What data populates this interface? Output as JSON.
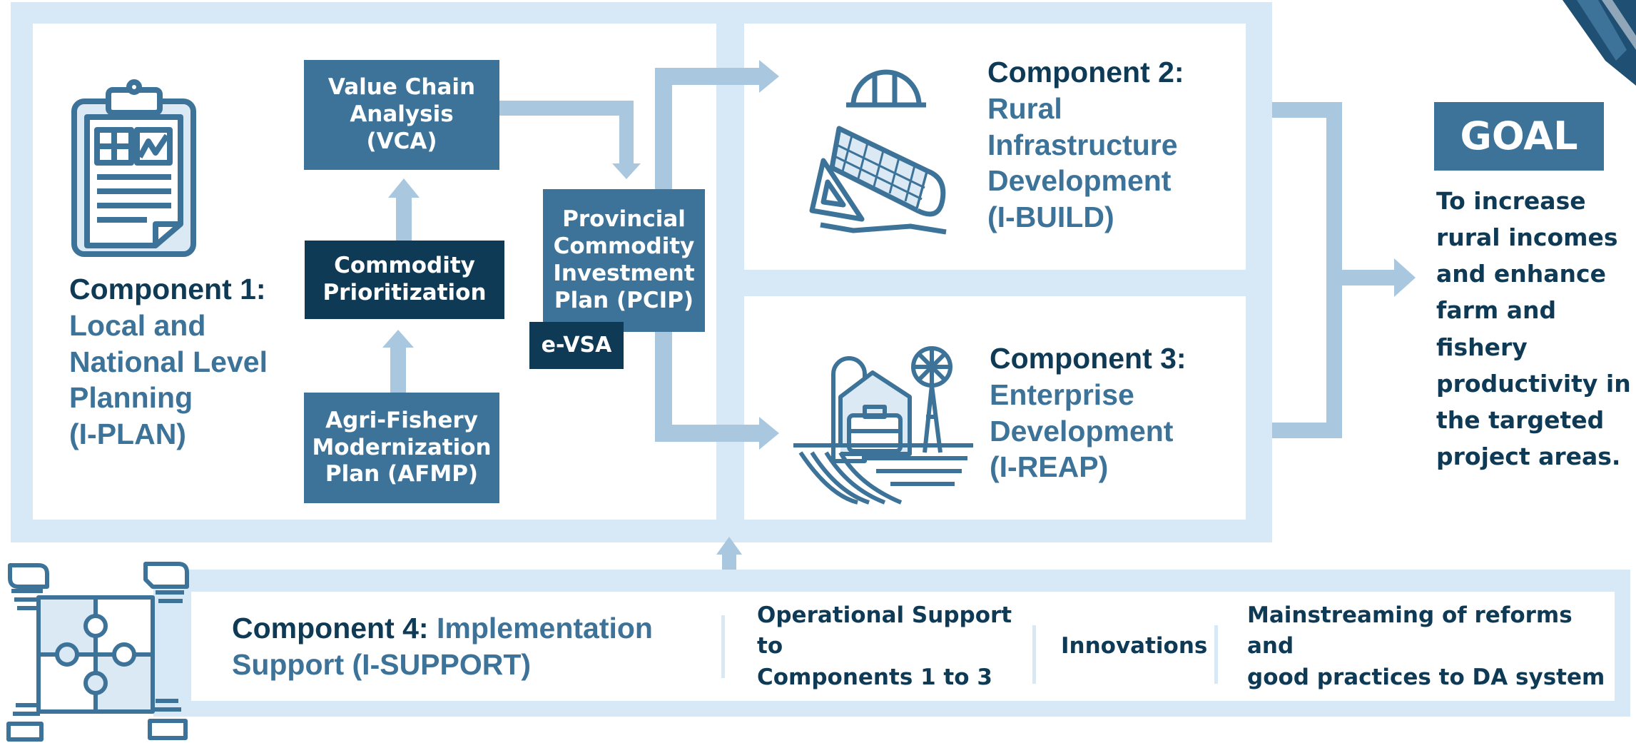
{
  "component1": {
    "heading": "Component 1:",
    "title": "Local and\nNational Level\nPlanning\n(I-PLAN)",
    "icon": "clipboard-icon"
  },
  "component2": {
    "heading": "Component 2:",
    "title": "Rural\nInfrastructure\nDevelopment\n(I-BUILD)",
    "icon": "hardhat-blueprint-icon"
  },
  "component3": {
    "heading": "Component 3:",
    "title": "Enterprise\nDevelopment\n(I-REAP)",
    "icon": "farm-icon"
  },
  "component4": {
    "heading": "Component 4:",
    "title_line1": "Implementation",
    "title_line2": "Support (I-SUPPORT)",
    "icon": "puzzle-hands-icon"
  },
  "planning_flow": {
    "vca": "Value Chain\nAnalysis\n(VCA)",
    "prioritization": "Commodity\nPrioritization",
    "afmp": "Agri-Fishery\nModernization\nPlan (AFMP)",
    "pcip": "Provincial\nCommodity\nInvestment\nPlan (PCIP)",
    "evsa": "e-VSA"
  },
  "support_items": [
    "Operational Support to\nComponents 1 to 3",
    "Innovations",
    "Mainstreaming of reforms and\ngood  practices to DA system"
  ],
  "goal": {
    "label": "GOAL",
    "text": "To increase\nrural incomes\nand enhance\nfarm and\nfishery\nproductivity in\nthe targeted\nproject areas."
  },
  "colors": {
    "dark_navy": "#0f3a56",
    "mid_blue": "#3d7399",
    "frame_light": "#d7e8f6",
    "arrow_light": "#a9c8df"
  }
}
